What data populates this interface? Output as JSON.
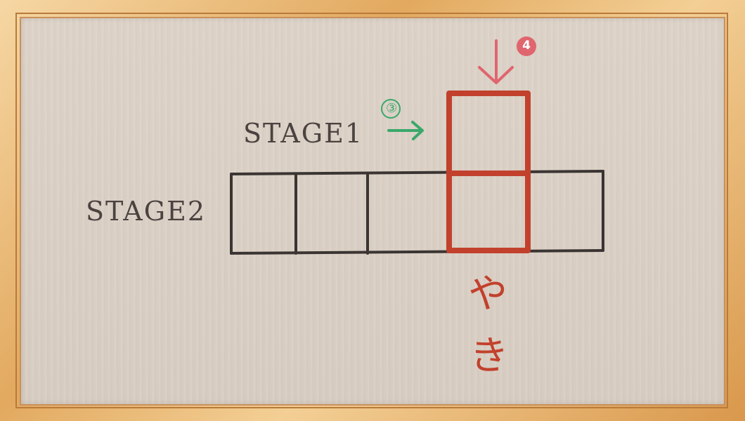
{
  "labels": {
    "stage1": "STAGE1",
    "stage2": "STAGE2"
  },
  "markers": {
    "green_number": "③",
    "red_number": "4"
  },
  "kana": {
    "char1": "や",
    "char2": "き"
  },
  "colors": {
    "frame": "#e2a95f",
    "board": "#ddd3c8",
    "ink": "#3a3533",
    "red": "#c2412d",
    "pink": "#e0656f",
    "green": "#3aa86b"
  }
}
